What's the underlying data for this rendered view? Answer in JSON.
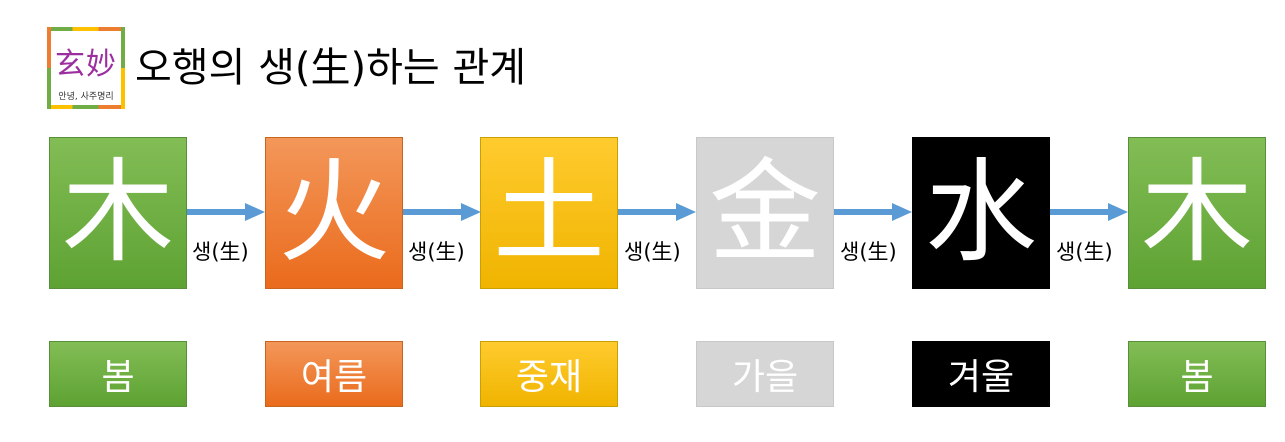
{
  "logo": {
    "hanja": "玄妙",
    "caption": "안녕, 사주명리"
  },
  "title": "오행의 생(生)하는 관계",
  "elements": [
    {
      "char": "木",
      "season": "봄"
    },
    {
      "char": "火",
      "season": "여름"
    },
    {
      "char": "土",
      "season": "중재"
    },
    {
      "char": "金",
      "season": "가을"
    },
    {
      "char": "水",
      "season": "겨울"
    },
    {
      "char": "木",
      "season": "봄"
    }
  ],
  "relation_label": "생(生)",
  "relations": [
    "생(生)",
    "생(生)",
    "생(生)",
    "생(生)",
    "생(生)"
  ],
  "colors": {
    "wood": "#70ad47",
    "fire": "#ed7d31",
    "earth": "#ffc000",
    "metal": "#d9d9d9",
    "water": "#000000",
    "arrow": "#5b9bd5",
    "logo_text": "#9b2fa0"
  }
}
